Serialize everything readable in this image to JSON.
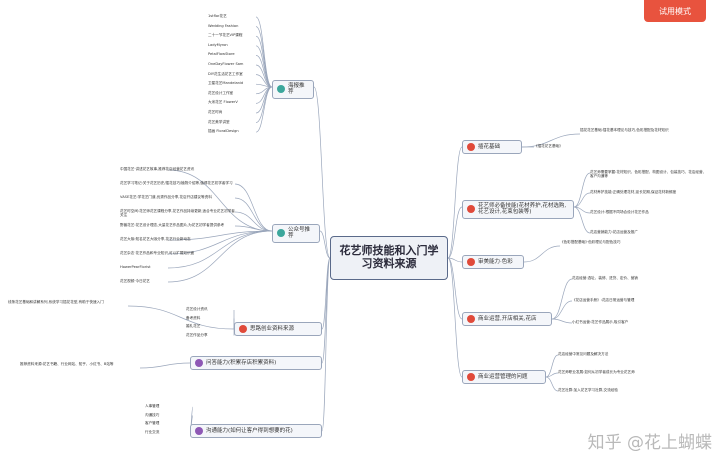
{
  "root": "花艺师技能和入门学习资料来源",
  "badge": "试用模式",
  "watermark": "知乎 @花上蝴蝶",
  "colors": {
    "line": "#9aa6bb",
    "red": "#e04a3a",
    "purple": "#8e58b5",
    "teal": "#3ca79c"
  },
  "left": [
    {
      "label": "海报推荐",
      "dot": "#3ca79c",
      "children": [
        "1stflor花艺",
        "Wedding Fashion",
        "二十一节花艺VIP课程",
        "LadyMyron",
        "PetalFlowStore",
        "OneDayFlower Sam",
        "DIY花生活花艺工作室",
        "卫星花艺Mandelanid",
        "花艺设计工作室",
        "大米花艺 FlowerV",
        "花艺时尚",
        "花艺美学讲堂",
        "插画 FloralDesign"
      ]
    },
    {
      "label": "公众号推荐",
      "dot": "#3ca79c",
      "children": [
        "中国花艺·讲述花艺故事,推荐花店经营花艺资讯",
        "花艺学习笔记:关于花艺历史/插花技巧/植物介绍等,值得花艺初学者学习",
        "VASE花艺:学花艺门道,优秀作品分享,花店开店建议等资料",
        "花艺时空间:花艺师花艺课程分享,花艺作品持续更新,适合专业花艺初学者关注",
        "野兽花艺:花艺设计理念,大量花艺作品图片,为花艺初学者提供参考",
        "花艺大咖:知名花艺大咖分享,花艺行业新动态",
        "花艺杂志·花艺作品和专业知识,可以扩展知识面",
        "HowerPearFlorist",
        "花艺视频·今日花艺"
      ]
    },
    {
      "label": "思路创业资料来源",
      "dot": "#e04a3a",
      "children": [
        "花艺设计资讯",
        "备考资料",
        "婚礼花艺",
        "花艺作品分享"
      ],
      "note": "线条花艺基础和讲解系列,系统学习插花花型,有助于快速入门"
    },
    {
      "label": "问答能力(积累存店积累资料)",
      "dot": "#8e58b5",
      "children": [],
      "note": "推荐资料来源:花艺书籍、行业网站、知乎、小红书、B站等"
    },
    {
      "label": "沟通能力(如何让客户得到想要的花)",
      "dot": "#8e58b5",
      "children": [
        "人事管理",
        "沟通技巧",
        "客户管理",
        "行业交流"
      ]
    }
  ],
  "right": [
    {
      "label": "插花基础",
      "dot": "#e04a3a",
      "children": [
        "《插花花艺基础》"
      ],
      "note": "插花花艺基础:插花基本理论与技巧,色彩搭配及花材知识"
    },
    {
      "label": "花艺师必备技能(花材养护,花材选购,花艺设计,花束包装等)",
      "dot": "#e04a3a",
      "children": [
        "花艺师需要掌握:花材知识、色彩搭配、构图设计、包装技巧、花店经营、客户沟通等",
        "花材养护技能:正确处理花材,延长花期,保证花材新鲜度",
        "花艺设计:根据不同场合设计花艺作品",
        "花店营销能力:花店运营及推广"
      ]
    },
    {
      "label": "审美能力·色彩",
      "dot": "#e04a3a",
      "children": [],
      "note": "《色彩搭配基础》·色彩理论与配色技巧"
    },
    {
      "label": "商业运营,开店相关,花店",
      "dot": "#e04a3a",
      "children": [
        "花店经营:选址、装修、进货、定价、营销",
        "《花店运营手册》:花店日常运营与管理",
        "小红书运营:花艺作品展示,吸引客户"
      ]
    },
    {
      "label": "商业运营管理的问题",
      "dot": "#e04a3a",
      "children": [
        "花店经营中常见问题及解决方法",
        "花艺师职业发展:如何从初学者成长为专业花艺师",
        "花艺社群:加入花艺学习社群,交流经验"
      ]
    }
  ]
}
